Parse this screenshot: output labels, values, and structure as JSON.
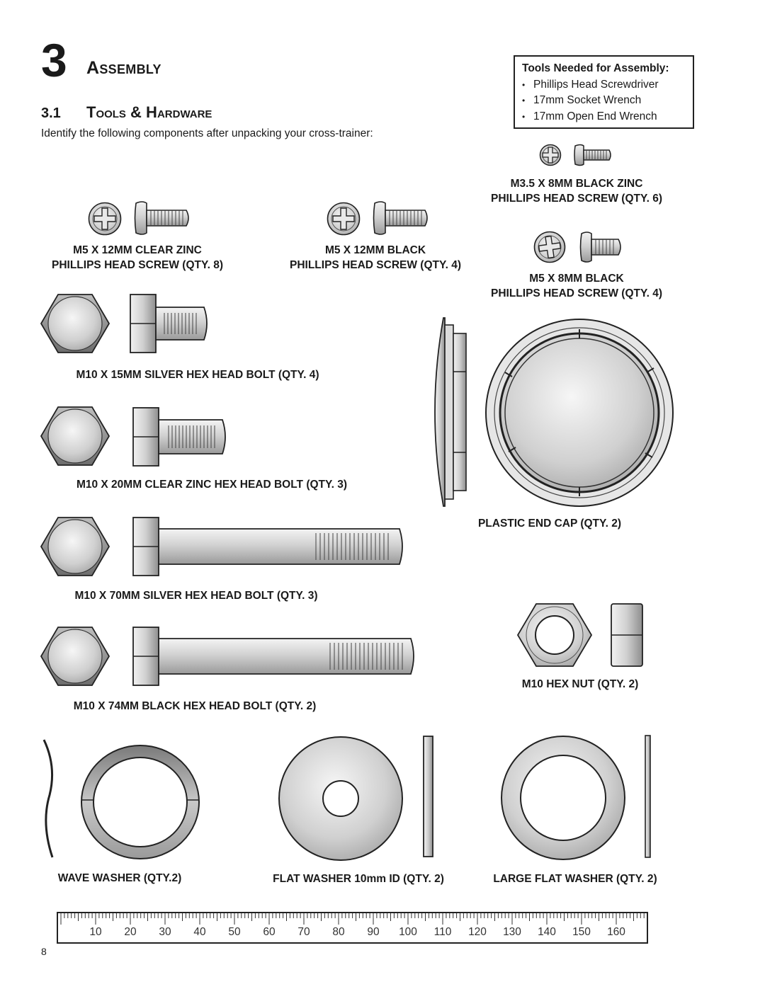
{
  "chapter": {
    "number": "3",
    "title": "Assembly"
  },
  "section": {
    "number": "3.1",
    "title": "Tools & Hardware"
  },
  "intro": "Identify the following components after unpacking your cross-trainer:",
  "tools_box": {
    "title": "Tools Needed for Assembly:",
    "items": [
      "Phillips Head Screwdriver",
      "17mm Socket Wrench",
      "17mm Open End Wrench"
    ]
  },
  "hardware": {
    "m35_screw": [
      "M3.5 X 8MM BLACK ZINC",
      "PHILLIPS HEAD SCREW (QTY. 6)"
    ],
    "m5_clear_zinc_screw": [
      "M5 X 12MM CLEAR ZINC",
      "PHILLIPS HEAD SCREW (QTY. 8)"
    ],
    "m5_black_screw": [
      "M5 X 12MM BLACK",
      "PHILLIPS HEAD SCREW (QTY. 4)"
    ],
    "m5_8mm_screw": [
      "M5 X 8MM BLACK",
      "PHILLIPS HEAD SCREW (QTY. 4)"
    ],
    "m10_15mm_bolt": "M10 X 15MM SILVER HEX HEAD BOLT (QTY. 4)",
    "m10_20mm_bolt": "M10 X 20MM CLEAR ZINC HEX HEAD BOLT (QTY. 3)",
    "end_cap": "PLASTIC END CAP (QTY. 2)",
    "m10_70mm_bolt": "M10 X 70MM SILVER HEX HEAD BOLT (QTY. 3)",
    "hex_nut": "M10 HEX NUT (QTY. 2)",
    "m10_74mm_bolt": "M10 X 74MM BLACK HEX HEAD BOLT (QTY. 2)",
    "wave_washer": "WAVE WASHER (QTY.2)",
    "flat_washer": "FLAT WASHER 10mm ID (QTY. 2)",
    "large_flat_washer": "LARGE FLAT WASHER (QTY. 2)"
  },
  "ruler": {
    "labels": [
      "10",
      "20",
      "30",
      "40",
      "50",
      "60",
      "70",
      "80",
      "90",
      "100",
      "110",
      "120",
      "130",
      "140",
      "150",
      "160"
    ]
  },
  "page_number": "8"
}
